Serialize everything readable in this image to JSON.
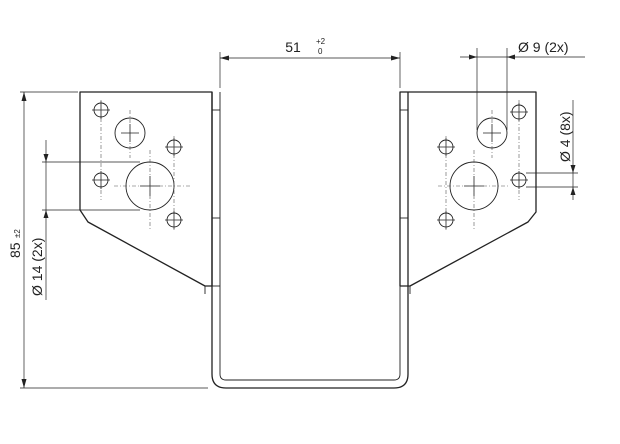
{
  "dimensions": {
    "width_top": {
      "value": "51",
      "tol_upper": "+2",
      "tol_lower": "0"
    },
    "hole_small_label": {
      "symbol": "Ø",
      "value": "9 (2x)"
    },
    "hole_tiny_label": {
      "symbol": "Ø",
      "value": "4 (8x)"
    },
    "hole_large_label": {
      "symbol": "Ø",
      "value": "14 (2x)"
    },
    "height": {
      "value": "85",
      "tol": "±2"
    }
  }
}
